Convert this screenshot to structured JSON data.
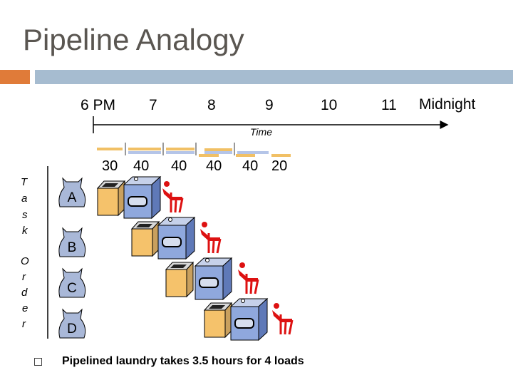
{
  "title": "Pipeline Analogy",
  "timeline": {
    "ticks": [
      "6 PM",
      "7",
      "8",
      "9",
      "10",
      "11",
      "Midnight"
    ],
    "axis_label": "Time"
  },
  "durations": [
    "30",
    "40",
    "40",
    "40",
    "40",
    "20"
  ],
  "task_order_label": [
    "T",
    "a",
    "s",
    "k",
    "O",
    "r",
    "d",
    "e",
    "r"
  ],
  "loads": [
    "A",
    "B",
    "C",
    "D"
  ],
  "bullet": "Pipelined laundry takes 3.5 hours for 4 loads",
  "colors": {
    "washer": "#f5c26b",
    "dryer": "#8fa8dd",
    "folder": "#dd1111",
    "title": "#5a5651",
    "accent_orange": "#e07b39",
    "accent_blue": "#a6bcd0"
  }
}
